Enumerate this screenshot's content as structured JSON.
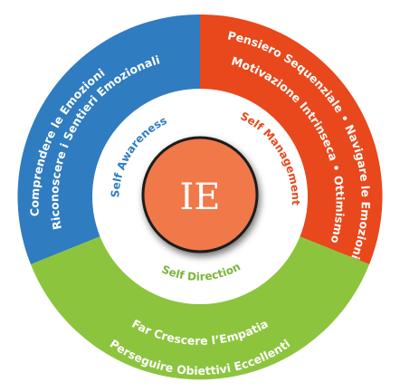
{
  "colors": {
    "blue": "#2f7cc1",
    "red": "#e8481b",
    "green": "#8cc43e",
    "inner_ring": "#ffffff",
    "hub_fill": "#f0784a",
    "hub_stroke": "#1a1a1a",
    "label_blue": "#2f7cc1",
    "label_red": "#e8481b",
    "label_green": "#7ab63a"
  },
  "center": {
    "label": "IE"
  },
  "inner_ring": {
    "self_awareness": "Self Awareness",
    "self_management": "Self Management",
    "self_direction": "Self Direction"
  },
  "outer_ring": {
    "blue": {
      "line1": "Comprendere le Emozioni",
      "line2": "Riconoscere i Sentieri Emozionali"
    },
    "red": {
      "line1": "Pensiero Sequenziale • Navigare le Emozioni",
      "line2": "Motivazione Intrinseca • Ottimismo"
    },
    "green": {
      "line1": "Far Crescere l’Empatia",
      "line2": "Perseguire Obiettivi Eccellenti"
    }
  }
}
